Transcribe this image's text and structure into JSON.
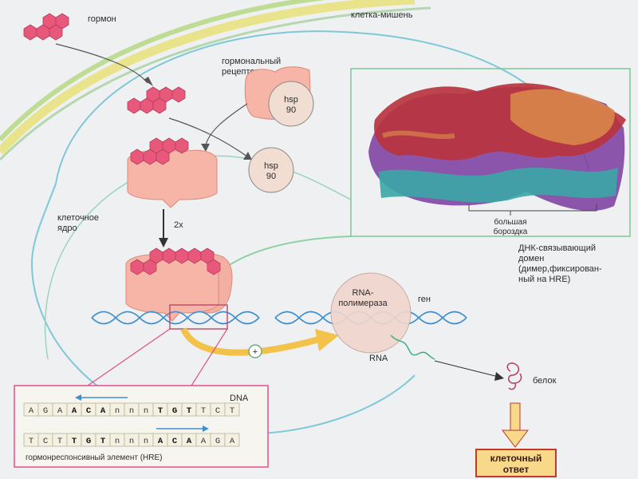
{
  "labels": {
    "hormone": "гормон",
    "target_cell": "клетка-мишень",
    "receptor_line1": "гормональный",
    "receptor_line2": "рецептор",
    "hsp_line1": "hsp",
    "hsp_line2": "90",
    "nucleus_line1": "клеточное",
    "nucleus_line2": "ядро",
    "dimer": "2x",
    "rna_pol_line1": "RNA-",
    "rna_pol_line2": "полимераза",
    "gene": "ген",
    "rna": "RNA",
    "protein": "белок",
    "plus": "+",
    "major_groove_line1": "большая",
    "major_groove_line2": "бороздка",
    "dbd_line1": "ДНК-связывающий",
    "dbd_line2": "домен",
    "dbd_line3": "(димер,фиксирован-",
    "dbd_line4": "ный на HRE)",
    "cell_response_line1": "клеточный",
    "cell_response_line2": "ответ"
  },
  "hre_box": {
    "dna_label": "DNA",
    "top_strand": [
      "A",
      "G",
      "A",
      "A",
      "C",
      "A",
      "n",
      "n",
      "n",
      "T",
      "G",
      "T",
      "T",
      "C",
      "T"
    ],
    "bottom_strand": [
      "T",
      "C",
      "T",
      "T",
      "G",
      "T",
      "n",
      "n",
      "n",
      "A",
      "C",
      "A",
      "A",
      "G",
      "A"
    ],
    "caption": "гормонреспонсивный элемент (HRE)"
  },
  "colors": {
    "background": "#eef0f1",
    "cell_membrane": "#7ec8d8",
    "outer_band_yellow": "#e8e27a",
    "outer_band_green": "#b9d98a",
    "nucleus_envelope": "#8fd0a4",
    "receptor_fill": "#f6b5a6",
    "receptor_stroke": "#d98a7c",
    "hormone_fill": "#e8587a",
    "hsp_fill": "#f1ddd1",
    "dna": "#3f8fd0",
    "rna_pol_fill": "#f1d6ce",
    "activation_arrow": "#f2c24b",
    "hre_box_border": "#e0508a",
    "dbd_panel_border": "#7cc99a",
    "response_box_fill": "#f8d98a",
    "response_box_border": "#c0392b",
    "protein_red": "#b8343e",
    "protein_orange": "#d8864a",
    "protein_purple": "#5b2f9a",
    "protein_teal": "#3aa7a6"
  }
}
